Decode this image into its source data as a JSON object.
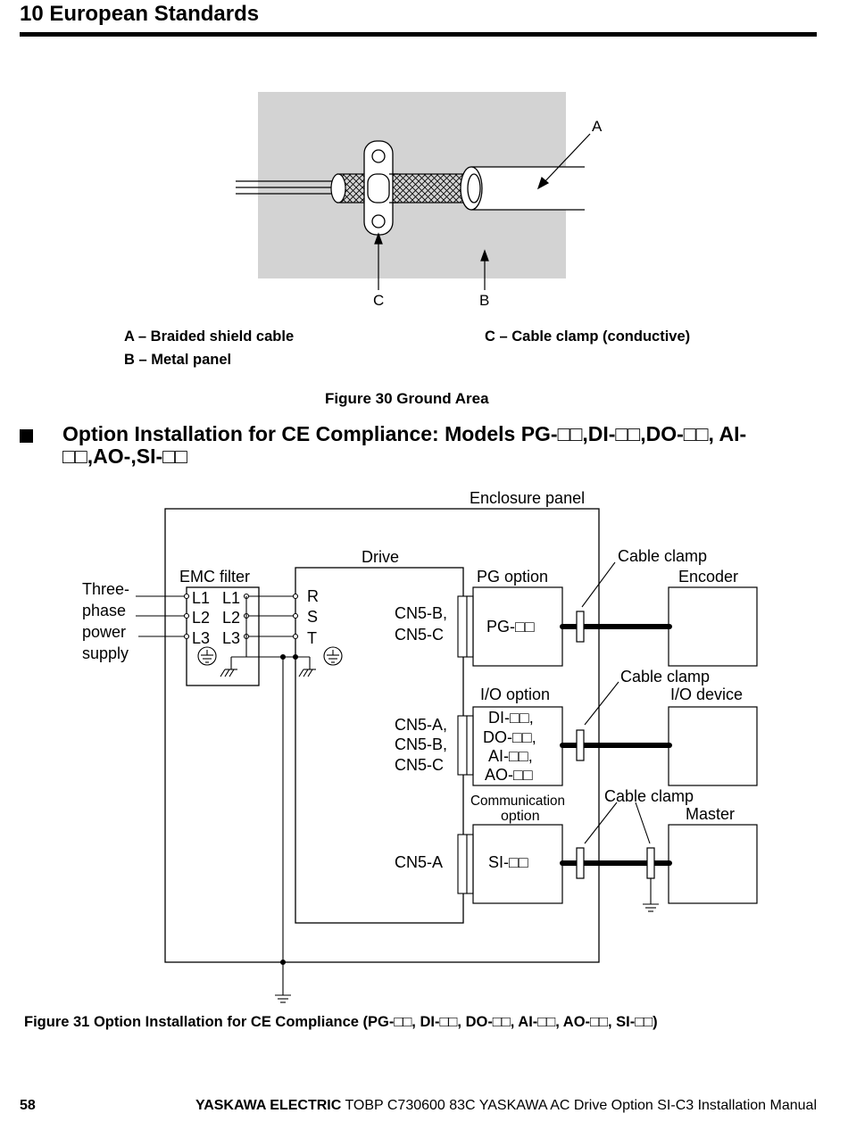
{
  "header": {
    "section_title": "10  European Standards"
  },
  "figure30": {
    "labels": {
      "a": "A",
      "b": "B",
      "c": "C"
    },
    "legend": {
      "a": "A  –  Braided shield cable",
      "b": "B  –  Metal panel",
      "c": "C  –  Cable clamp (conductive)"
    },
    "caption": "Figure 30  Ground Area"
  },
  "subsection": {
    "title": "Option Installation for CE Compliance: Models PG-□□,DI-□□,DO-□□, AI-□□,AO-,SI-□□"
  },
  "figure31": {
    "enclosure_panel": "Enclosure panel",
    "drive": "Drive",
    "emc_filter": "EMC filter",
    "power_supply": [
      "Three-",
      "phase",
      "power",
      "supply"
    ],
    "filter_inputs": [
      "L1",
      "L2",
      "L3"
    ],
    "filter_outputs": [
      "L1",
      "L2",
      "L3"
    ],
    "drive_terminals": [
      "R",
      "S",
      "T"
    ],
    "pg_connector": [
      "CN5-B,",
      "CN5-C"
    ],
    "io_connector": [
      "CN5-A,",
      "CN5-B,",
      "CN5-C"
    ],
    "comm_connector": "CN5-A",
    "pg_option_title": "PG option",
    "pg_option_model": "PG-□□",
    "io_option_title": "I/O option",
    "io_option_models": [
      "DI-□□,",
      "DO-□□,",
      "AI-□□,",
      "AO-□□"
    ],
    "comm_option_title": [
      "Communication",
      "option"
    ],
    "comm_option_model": "SI-□□",
    "cable_clamp": "Cable clamp",
    "encoder": "Encoder",
    "io_device": "I/O device",
    "master": "Master",
    "caption": "Figure 31  Option Installation for CE Compliance (PG-□□, DI-□□, DO-□□, AI-□□, AO-□□, SI-□□)"
  },
  "footer": {
    "page_number": "58",
    "brand": "YASKAWA ELECTRIC",
    "doc_title": " TOBP C730600 83C YASKAWA AC Drive Option SI-C3 Installation Manual"
  }
}
